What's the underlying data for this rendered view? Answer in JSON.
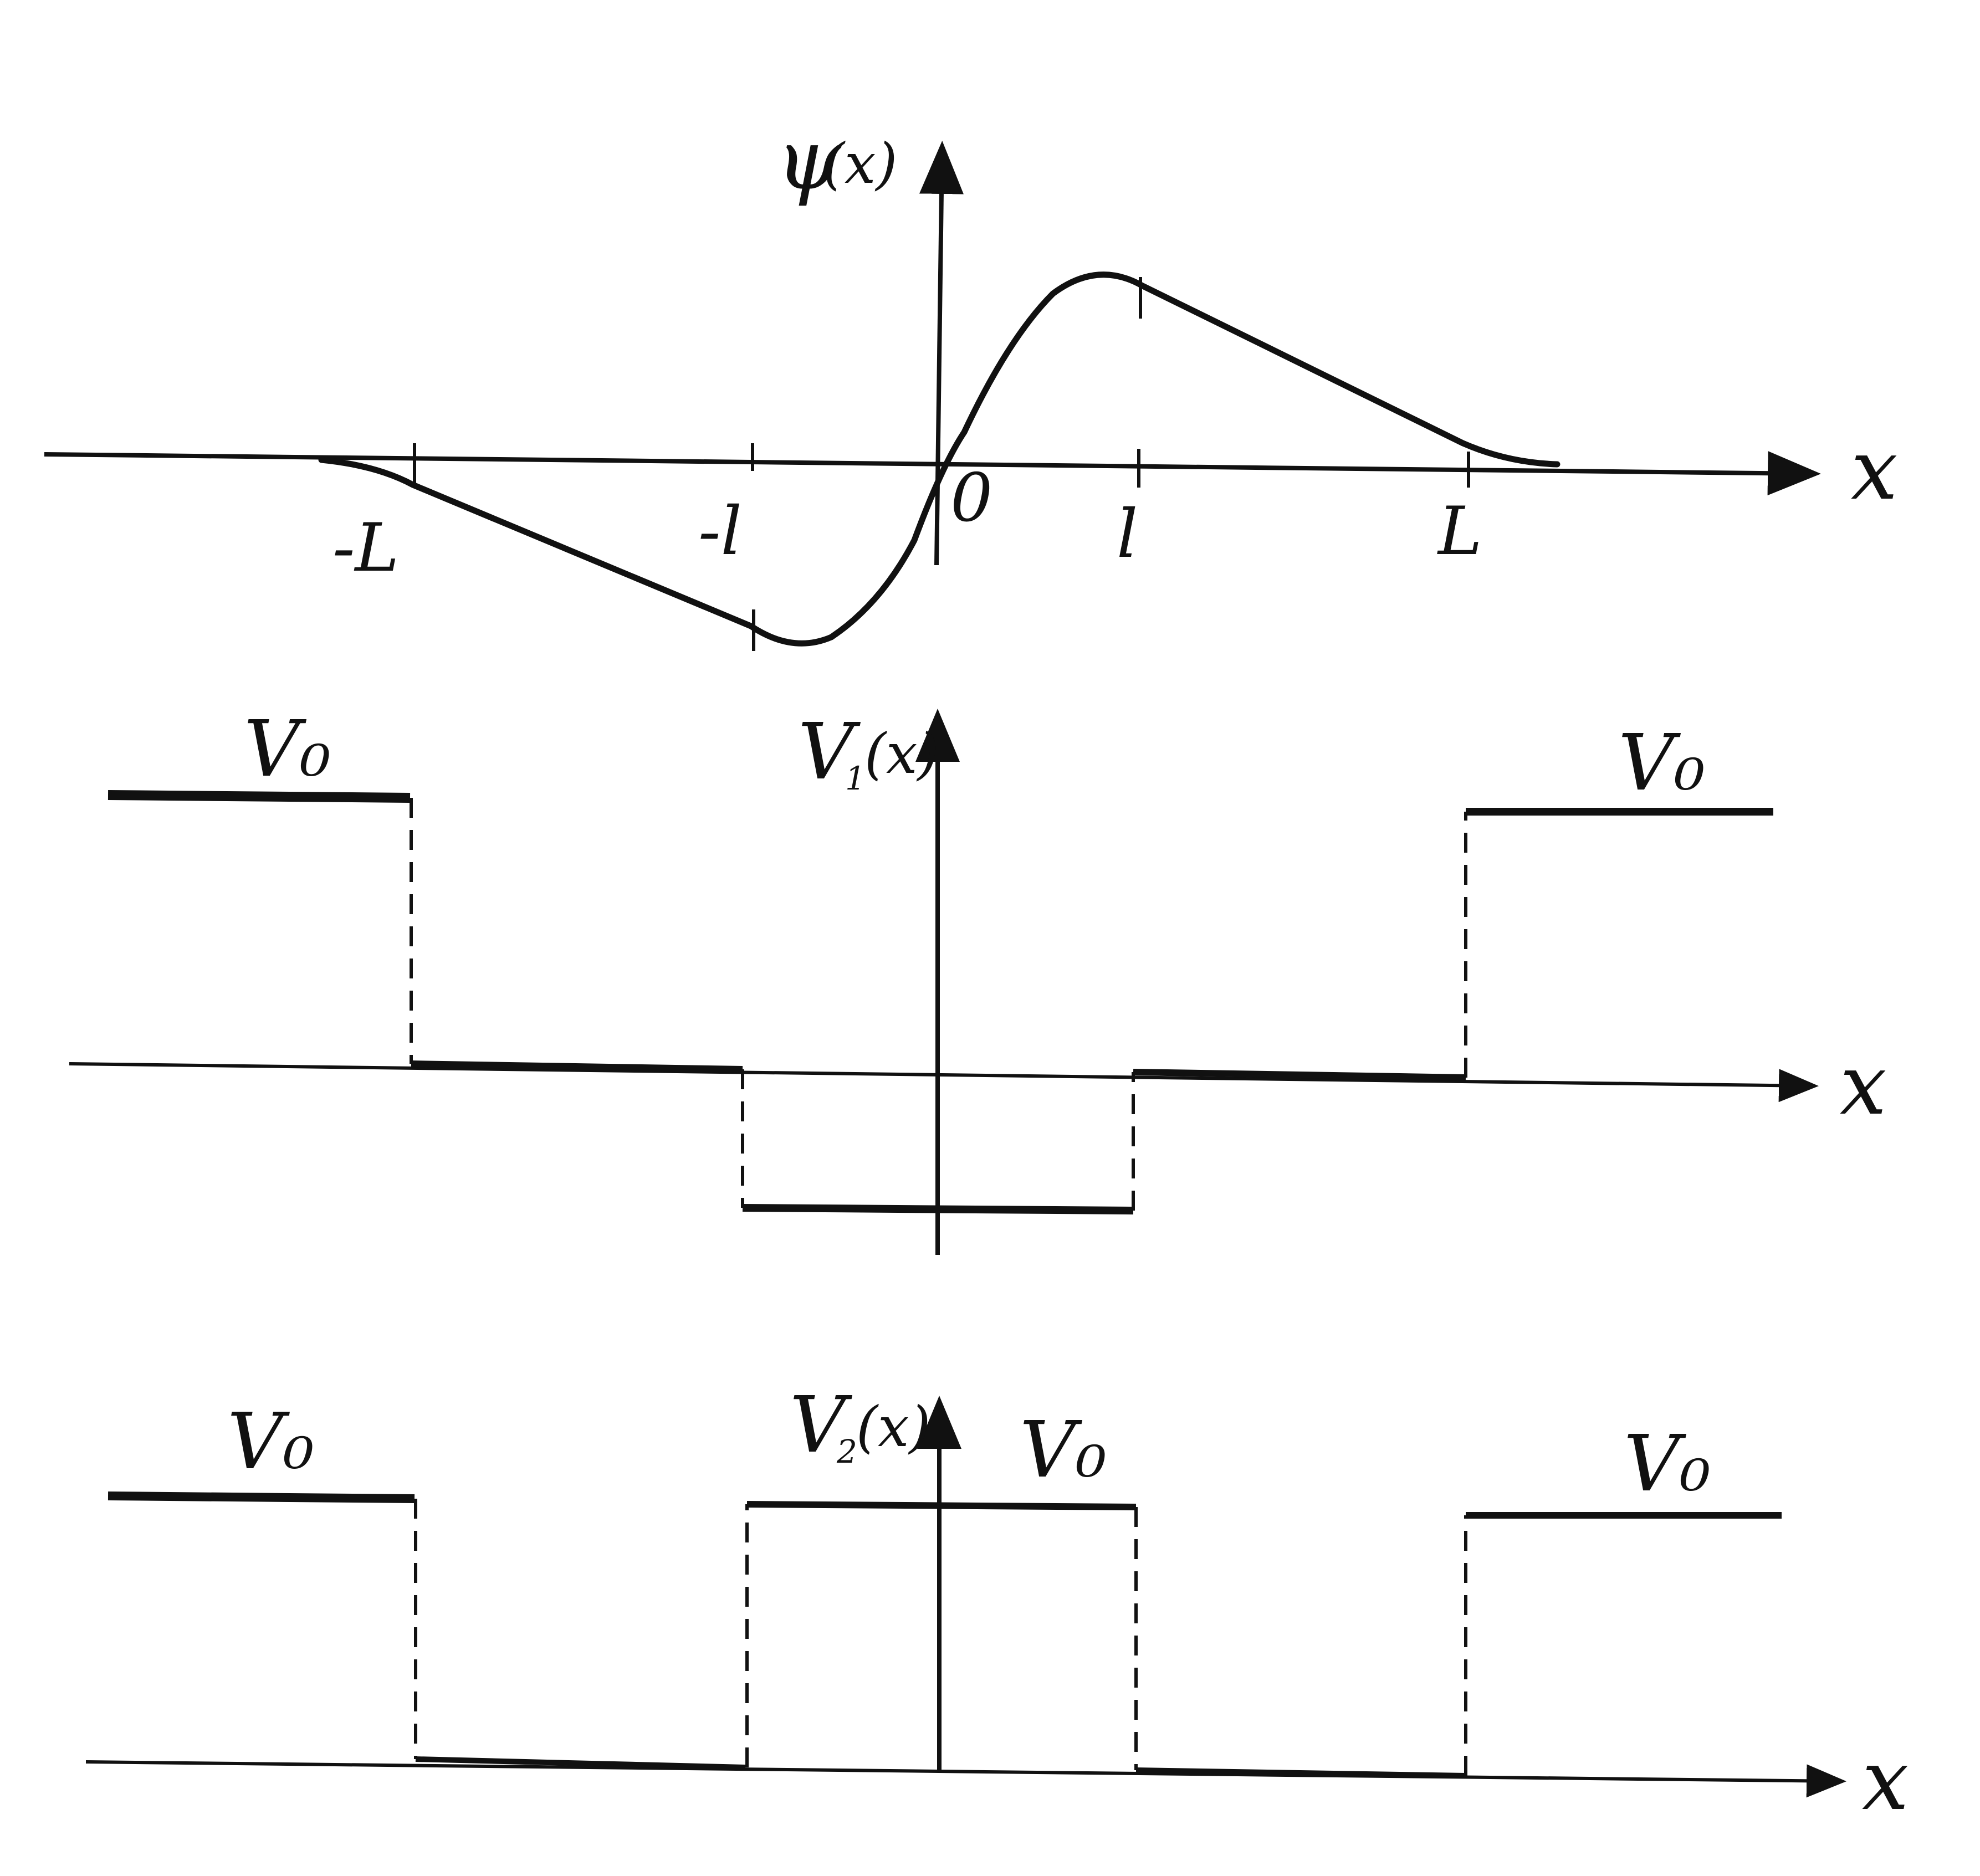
{
  "colors": {
    "ink": "#111111",
    "paper": "#ffffff"
  },
  "panel_wavefunction": {
    "y_label_main": "ψ",
    "y_label_arg": "(x)",
    "x_label": "x",
    "ticks": {
      "neg_L": "-L",
      "neg_l": "-l",
      "zero": "0",
      "l": "l",
      "L": "L"
    }
  },
  "panel_v1": {
    "y_label_main": "V",
    "y_label_sub": "1",
    "y_label_arg": "(x)",
    "x_label": "x",
    "left_level": "V₀",
    "right_level": "V₀"
  },
  "panel_v2": {
    "y_label_main": "V",
    "y_label_sub": "2",
    "y_label_arg": "(x)",
    "x_label": "x",
    "left_level": "V₀",
    "center_level": "V₀",
    "right_level": "V₀"
  }
}
